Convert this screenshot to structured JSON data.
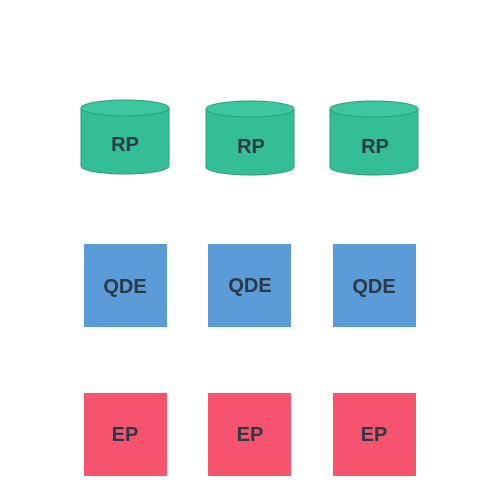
{
  "colors": {
    "rp_fill": "#34be96",
    "rp_top": "#3dc79f",
    "rp_stroke": "#2a9f7c",
    "qde_fill": "#5b9bd8",
    "ep_fill": "#f5536e",
    "text": "#2b3a45"
  },
  "rows": [
    {
      "kind": "cylinder",
      "items": [
        "RP",
        "RP",
        "RP"
      ]
    },
    {
      "kind": "square",
      "items": [
        "QDE",
        "QDE",
        "QDE"
      ]
    },
    {
      "kind": "square",
      "items": [
        "EP",
        "EP",
        "EP"
      ]
    }
  ]
}
